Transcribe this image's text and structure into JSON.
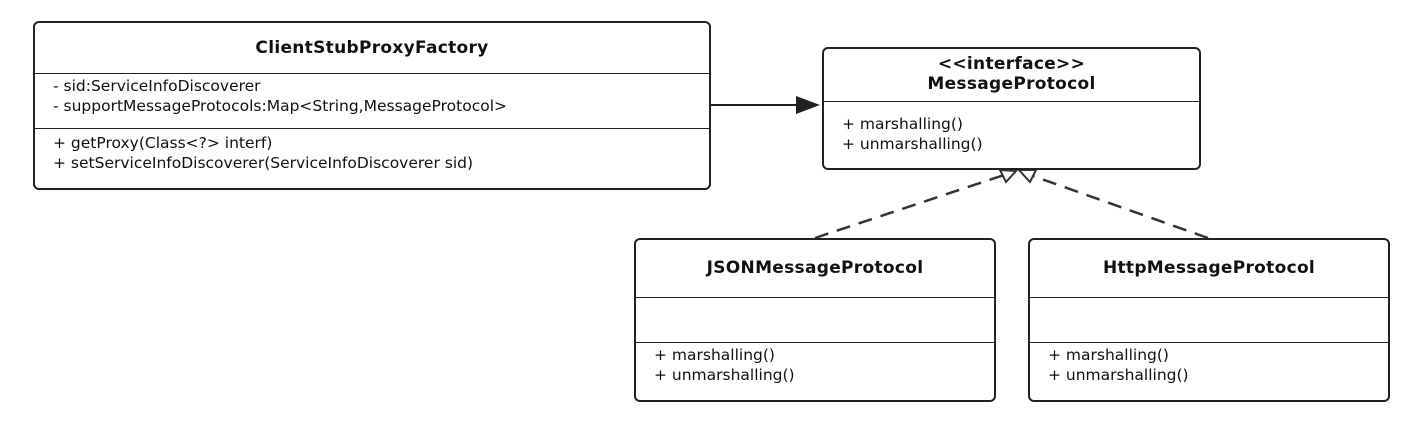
{
  "client_stub_proxy_factory": {
    "name": "ClientStubProxyFactory",
    "attributes": [
      "- sid:ServiceInfoDiscoverer",
      "- supportMessageProtocols:Map<String,MessageProtocol>"
    ],
    "operations": [
      "+ getProxy(Class<?> interf)",
      "+ setServiceInfoDiscoverer(ServiceInfoDiscoverer sid)"
    ]
  },
  "message_protocol": {
    "stereotype": "<<interface>>",
    "name": "MessageProtocol",
    "operations": [
      "+ marshalling()",
      "+ unmarshalling()"
    ]
  },
  "json_message_protocol": {
    "name": "JSONMessageProtocol",
    "operations": [
      "+ marshalling()",
      "+ unmarshalling()"
    ]
  },
  "http_message_protocol": {
    "name": "HttpMessageProtocol",
    "operations": [
      "+ marshalling()",
      "+ unmarshalling()"
    ]
  }
}
